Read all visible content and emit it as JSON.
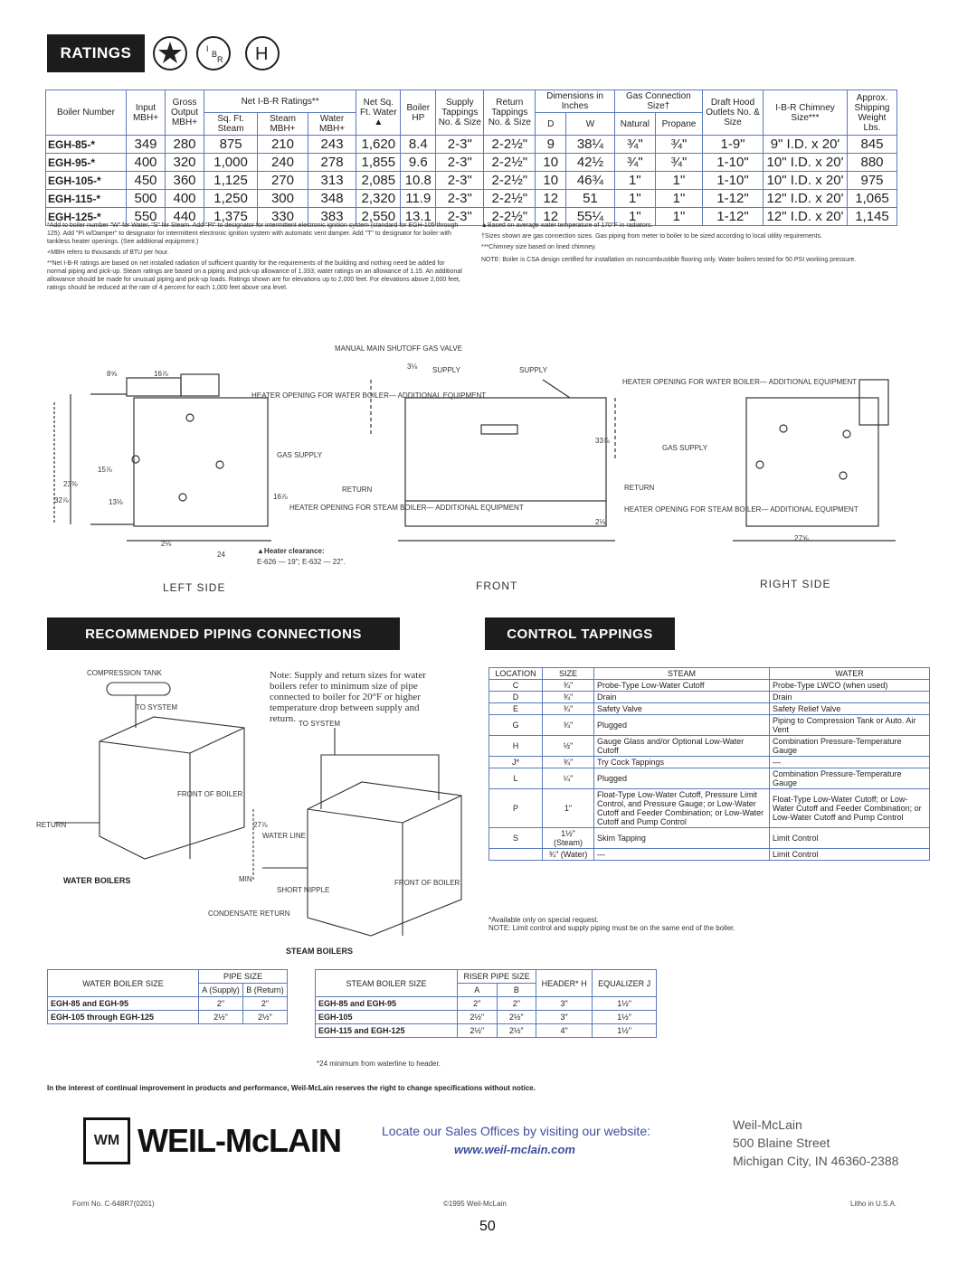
{
  "header": {
    "ratings_label": "RATINGS"
  },
  "ratings": {
    "col_headers": [
      "Boiler Number",
      "Input MBH+",
      "Gross Output MBH+",
      "Net I-B-R Ratings**",
      "Sq. Ft. Steam",
      "Steam MBH+",
      "Water MBH+",
      "Net Sq. Ft. Water ▲",
      "Boiler HP",
      "Supply Tappings No. & Size",
      "Return Tappings No. & Size",
      "Dimensions in Inches",
      "D",
      "W",
      "Gas Connection Size†",
      "Natural",
      "Propane",
      "Draft Hood Outlets No. & Size",
      "I-B-R Chimney Size***",
      "Approx. Shipping Weight Lbs."
    ],
    "rows": [
      [
        "EGH-85-*",
        "349",
        "280",
        "875",
        "210",
        "243",
        "1,620",
        "8.4",
        "2-3\"",
        "2-2½\"",
        "9",
        "38¼",
        "¾\"",
        "¾\"",
        "1-9\"",
        "9\" I.D. x 20'",
        "845"
      ],
      [
        "EGH-95-*",
        "400",
        "320",
        "1,000",
        "240",
        "278",
        "1,855",
        "9.6",
        "2-3\"",
        "2-2½\"",
        "10",
        "42½",
        "¾\"",
        "¾\"",
        "1-10\"",
        "10\" I.D. x 20'",
        "880"
      ],
      [
        "EGH-105-*",
        "450",
        "360",
        "1,125",
        "270",
        "313",
        "2,085",
        "10.8",
        "2-3\"",
        "2-2½\"",
        "10",
        "46¾",
        "1\"",
        "1\"",
        "1-10\"",
        "10\" I.D. x 20'",
        "975"
      ],
      [
        "EGH-115-*",
        "500",
        "400",
        "1,250",
        "300",
        "348",
        "2,320",
        "11.9",
        "2-3\"",
        "2-2½\"",
        "12",
        "51",
        "1\"",
        "1\"",
        "1-12\"",
        "12\" I.D. x 20'",
        "1,065"
      ],
      [
        "EGH-125-*",
        "550",
        "440",
        "1,375",
        "330",
        "383",
        "2,550",
        "13.1",
        "2-3\"",
        "2-2½\"",
        "12",
        "55¼",
        "1\"",
        "1\"",
        "1-12\"",
        "12\" I.D. x 20'",
        "1,145"
      ]
    ],
    "notes_left": [
      "*Add to boiler number \"W\" for Water, \"S\" for Steam. Add \"PI\" to designator for intermittent electronic ignition system (standard for EGH-105 through 125). Add \"PI w/Damper\" to designator for intermittent electronic ignition system with automatic vent damper. Add \"T\" to designator for boiler with tankless heater openings. (See additional equipment.)",
      "+MBH refers to thousands of BTU per hour.",
      "**Net I-B-R ratings are based on net installed radiation of sufficient quantity for the requirements of the building and nothing need be added for normal piping and pick-up. Steam ratings are based on a piping and pick-up allowance of 1.333; water ratings on an allowance of 1.15. An additional allowance should be made for unusual piping and pick-up loads. Ratings shown are for elevations up to 2,000 feet. For elevations above 2,000 feet, ratings should be reduced at the rate of 4 percent for each 1,000 feet above sea level."
    ],
    "notes_right": [
      "▲Based on average water temperature of 170°F in radiators.",
      "†Sizes shown are gas connection sizes. Gas piping from meter to boiler to be sized according to local utility requirements.",
      "***Chimney size based on lined chimney.",
      "NOTE: Boiler is CSA design certified for installation on noncombustible flooring only. Water boilers tested for 50 PSI working pressure."
    ]
  },
  "drawings": {
    "left_side_label": "LEFT SIDE",
    "front_label": "FRONT",
    "right_side_label": "RIGHT SIDE",
    "heater_opening_water": "HEATER OPENING FOR WATER BOILER— ADDITIONAL EQUIPMENT",
    "heater_opening_steam": "HEATER OPENING FOR STEAM BOILER— ADDITIONAL EQUIPMENT",
    "gas_supply": "GAS SUPPLY",
    "return": "RETURN",
    "supply": "SUPPLY",
    "manual_main": "MANUAL MAIN SHUTOFF GAS VALVE",
    "heater_clearance": "▲Heater clearance:",
    "heater_clearance_values": "E-626 — 19\"; E-632 — 22\".",
    "dims": {
      "a": "8⅝",
      "b": "16⅞",
      "c": "15⅞",
      "d": "23⅜",
      "e": "32⅞",
      "f": "13⅛",
      "g": "16⅞",
      "h": "2⅛",
      "i": "24",
      "j": "3⅛",
      "k": "33⅞",
      "l": "2⅛",
      "m": "27⅝"
    }
  },
  "piping": {
    "title": "RECOMMENDED PIPING CONNECTIONS",
    "note": "Note: Supply and return sizes for water boilers refer to minimum size of pipe connected to boiler for 20°F or higher temperature drop between supply and return.",
    "water_boilers": "WATER BOILERS",
    "steam_boilers": "STEAM BOILERS",
    "compression_tank": "COMPRESSION TANK",
    "to_system": "TO SYSTEM",
    "front_of_boiler": "FRONT OF BOILER",
    "return": "RETURN",
    "water_line": "WATER LINE",
    "min": "MIN",
    "short_nipple": "SHORT NIPPLE",
    "condensate_return": "CONDENSATE RETURN",
    "dim_water": "27⅞"
  },
  "control": {
    "title": "CONTROL TAPPINGS",
    "headers": [
      "LOCATION",
      "SIZE",
      "STEAM",
      "WATER"
    ],
    "rows": [
      [
        "C",
        "¾\"",
        "Probe-Type Low-Water Cutoff",
        "Probe-Type LWCO (when used)"
      ],
      [
        "D",
        "¾\"",
        "Drain",
        "Drain"
      ],
      [
        "E",
        "¾\"",
        "Safety Valve",
        "Safety Relief Valve"
      ],
      [
        "G",
        "¾\"",
        "Plugged",
        "Piping to Compression Tank or Auto. Air Vent"
      ],
      [
        "H",
        "½\"",
        "Gauge Glass and/or Optional Low-Water Cutoff",
        "Combination Pressure-Temperature Gauge"
      ],
      [
        "J*",
        "¾\"",
        "Try Cock Tappings",
        "—"
      ],
      [
        "L",
        "¼\"",
        "Plugged",
        "Combination Pressure-Temperature Gauge"
      ],
      [
        "P",
        "1\"",
        "Float-Type Low-Water Cutoff, Pressure Limit Control, and Pressure Gauge; or Low-Water Cutoff and Feeder Combination; or Low-Water Cutoff and Pump Control",
        "Float-Type Low-Water Cutoff; or Low-Water Cutoff and Feeder Combination; or Low-Water Cutoff and Pump Control"
      ],
      [
        "S",
        "1½\" (Steam)",
        "Skim Tapping",
        "Limit Control"
      ],
      [
        "",
        "¾\" (Water)",
        "—",
        "Limit Control"
      ]
    ],
    "footnote1": "*Available only on special request.",
    "footnote2": "NOTE: Limit control and supply piping must be on the same end of the boiler."
  },
  "water_pipe": {
    "headers": [
      "WATER BOILER SIZE",
      "PIPE SIZE",
      "A (Supply)",
      "B (Return)"
    ],
    "rows": [
      [
        "EGH-85 and EGH-95",
        "2\"",
        "2\""
      ],
      [
        "EGH-105 through EGH-125",
        "2½\"",
        "2½\""
      ]
    ]
  },
  "steam_pipe": {
    "headers": [
      "STEAM BOILER SIZE",
      "RISER PIPE SIZE",
      "A",
      "B",
      "HEADER* H",
      "EQUALIZER J"
    ],
    "rows": [
      [
        "EGH-85 and EGH-95",
        "2\"",
        "2\"",
        "3\"",
        "1½\""
      ],
      [
        "EGH-105",
        "2½\"",
        "2½\"",
        "3\"",
        "1½\""
      ],
      [
        "EGH-115 and EGH-125",
        "2½\"",
        "2½\"",
        "4\"",
        "1½\""
      ]
    ],
    "footnote": "*24 minimum from waterline to header."
  },
  "footer": {
    "disclaimer": "In the interest of continual improvement in products and performance, Weil-McLain reserves the right to change specifications without notice.",
    "brand": "WEIL-McLAIN",
    "logo_mark": "WM",
    "locate": "Locate our Sales Offices by visiting our website:",
    "website": "www.weil-mclain.com",
    "company": "Weil-McLain",
    "street": "500 Blaine Street",
    "city": "Michigan City, IN 46360-2388",
    "form_no": "Form No. C-648R7(0201)",
    "copyright": "©1995 Weil-McLain",
    "litho": "Litho in U.S.A.",
    "page_number": "50"
  }
}
